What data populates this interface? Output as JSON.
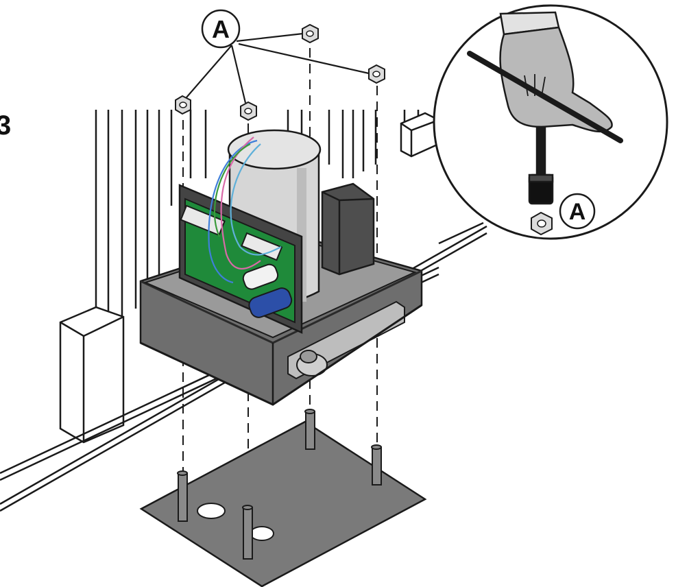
{
  "callouts": {
    "main_label": "A",
    "inset_label": "A"
  },
  "edge_mark": "3",
  "colors": {
    "outline": "#1a1a1a",
    "housing": "#6e6e6e",
    "housing_light": "#bdbdbd",
    "motor": "#d6d6d6",
    "pcb": "#1f8a3a",
    "capacitor": "#2c4fa8",
    "plate": "#7a7a7a",
    "glove": "#b9b9b9"
  },
  "icons": [
    "nut-icon",
    "hand-icon",
    "socket-wrench-icon"
  ]
}
